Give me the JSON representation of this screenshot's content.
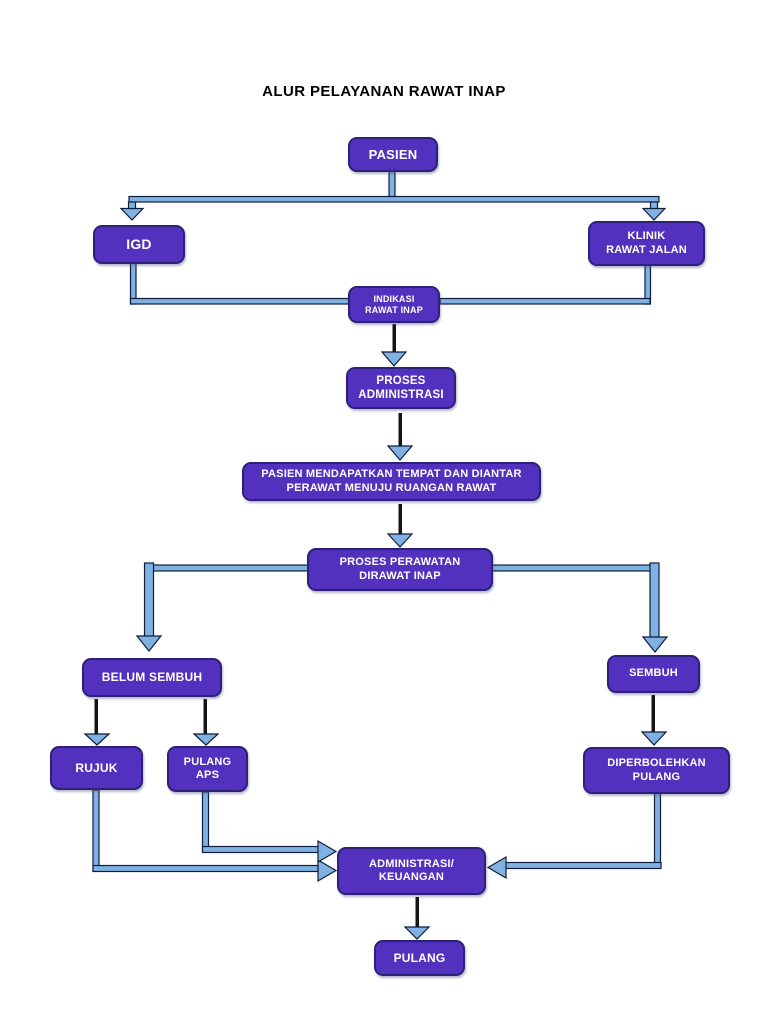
{
  "page": {
    "title": "ALUR PELAYANAN RAWAT INAP",
    "background": "#FFFFFF"
  },
  "colors": {
    "node_fill": "#5331BF",
    "node_border": "#2B2178",
    "node_text": "#FFFFFF",
    "arrow_fill": "#7FB2E2",
    "arrow_outline": "#101C3C",
    "arrow_stem": "#141414",
    "title_text": "#000000"
  },
  "nodes": {
    "pasien": {
      "label": "PASIEN"
    },
    "igd": {
      "label": "IGD"
    },
    "klinik_rawat_jalan": {
      "label": "KLINIK\nRAWAT JALAN"
    },
    "indikasi_rawat_inap": {
      "label": "INDIKASI\nRAWAT INAP"
    },
    "proses_administrasi": {
      "label": "PROSES\nADMINISTRASI"
    },
    "pasien_mendapatkan_tempat": {
      "label": "PASIEN MENDAPATKAN TEMPAT DAN DIANTAR\nPERAWAT MENUJU RUANGAN RAWAT"
    },
    "proses_perawatan": {
      "label": "PROSES PERAWATAN\nDIRAWAT INAP"
    },
    "belum_sembuh": {
      "label": "BELUM SEMBUH"
    },
    "sembuh": {
      "label": "SEMBUH"
    },
    "rujuk": {
      "label": "RUJUK"
    },
    "pulang_aps": {
      "label": "PULANG\nAPS"
    },
    "diperbolehkan_pulang": {
      "label": "DIPERBOLEHKAN\nPULANG"
    },
    "administrasi_keuangan": {
      "label": "ADMINISTRASI/\nKEUANGAN"
    },
    "pulang": {
      "label": "PULANG"
    }
  },
  "edges": [
    {
      "from": "pasien",
      "to": "igd"
    },
    {
      "from": "pasien",
      "to": "klinik_rawat_jalan"
    },
    {
      "from": "igd",
      "to": "indikasi_rawat_inap"
    },
    {
      "from": "klinik_rawat_jalan",
      "to": "indikasi_rawat_inap"
    },
    {
      "from": "indikasi_rawat_inap",
      "to": "proses_administrasi"
    },
    {
      "from": "proses_administrasi",
      "to": "pasien_mendapatkan_tempat"
    },
    {
      "from": "pasien_mendapatkan_tempat",
      "to": "proses_perawatan"
    },
    {
      "from": "proses_perawatan",
      "to": "belum_sembuh"
    },
    {
      "from": "proses_perawatan",
      "to": "sembuh"
    },
    {
      "from": "belum_sembuh",
      "to": "rujuk"
    },
    {
      "from": "belum_sembuh",
      "to": "pulang_aps"
    },
    {
      "from": "sembuh",
      "to": "diperbolehkan_pulang"
    },
    {
      "from": "rujuk",
      "to": "administrasi_keuangan"
    },
    {
      "from": "pulang_aps",
      "to": "administrasi_keuangan"
    },
    {
      "from": "diperbolehkan_pulang",
      "to": "administrasi_keuangan"
    },
    {
      "from": "administrasi_keuangan",
      "to": "pulang"
    }
  ]
}
